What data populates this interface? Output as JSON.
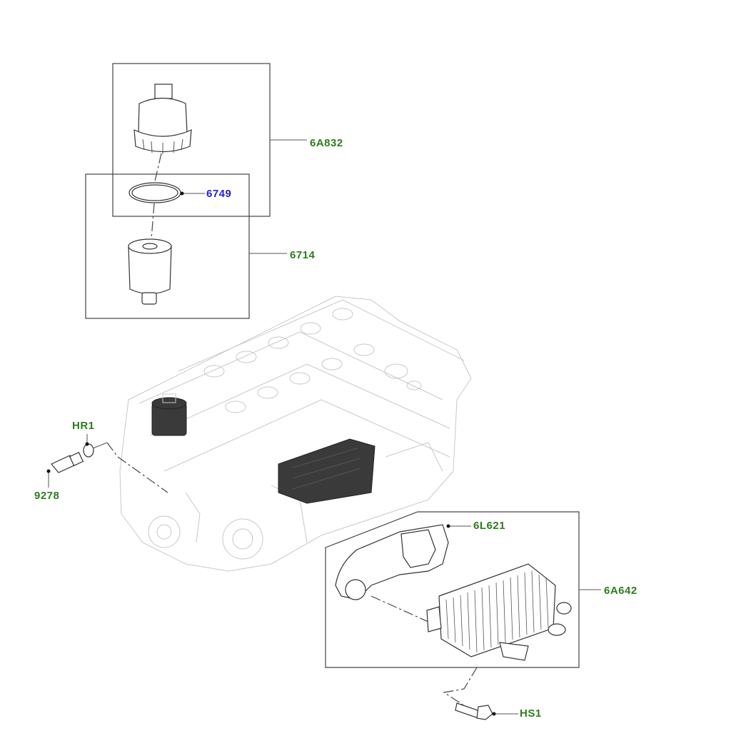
{
  "colors": {
    "callout_green": "#2e7d1f",
    "callout_blue": "#2323d6"
  },
  "callouts": {
    "oil_filter_housing": "6A832",
    "o_ring": "6749",
    "oil_filter_element": "6714",
    "hr1": "HR1",
    "sensor_9278": "9278",
    "gasket": "6L621",
    "oil_cooler": "6A642",
    "bolt_hs1": "HS1"
  }
}
